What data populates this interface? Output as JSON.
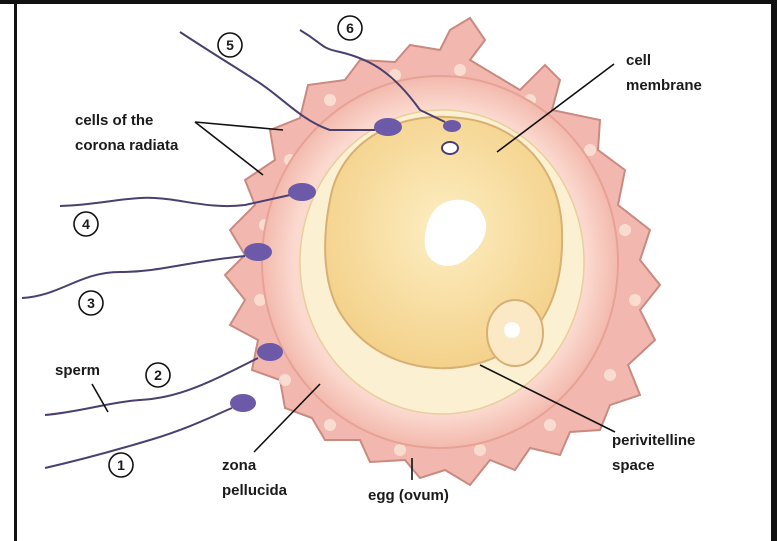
{
  "labels": {
    "corona_line1": "cells of the",
    "corona_line2": "corona radiata",
    "membrane_line1": "cell",
    "membrane_line2": "membrane",
    "sperm": "sperm",
    "zona_line1": "zona",
    "zona_line2": "pellucida",
    "egg": "egg (ovum)",
    "peri_line1": "perivitelline",
    "peri_line2": "space"
  },
  "sperm_numbers": [
    "1",
    "2",
    "3",
    "4",
    "5",
    "6"
  ],
  "colors": {
    "corona_cells": "#f2b8b0",
    "corona_outline": "#c98a80",
    "zona_pellucida": "#f6c9bf",
    "perivitelline_space": "#fbf0d2",
    "cytoplasm": "#f8dda0",
    "nucleus": "#ffffff",
    "sperm_head": "#6c5aa8",
    "sperm_tail": "#4a3f6e",
    "leader_line": "#111111"
  }
}
